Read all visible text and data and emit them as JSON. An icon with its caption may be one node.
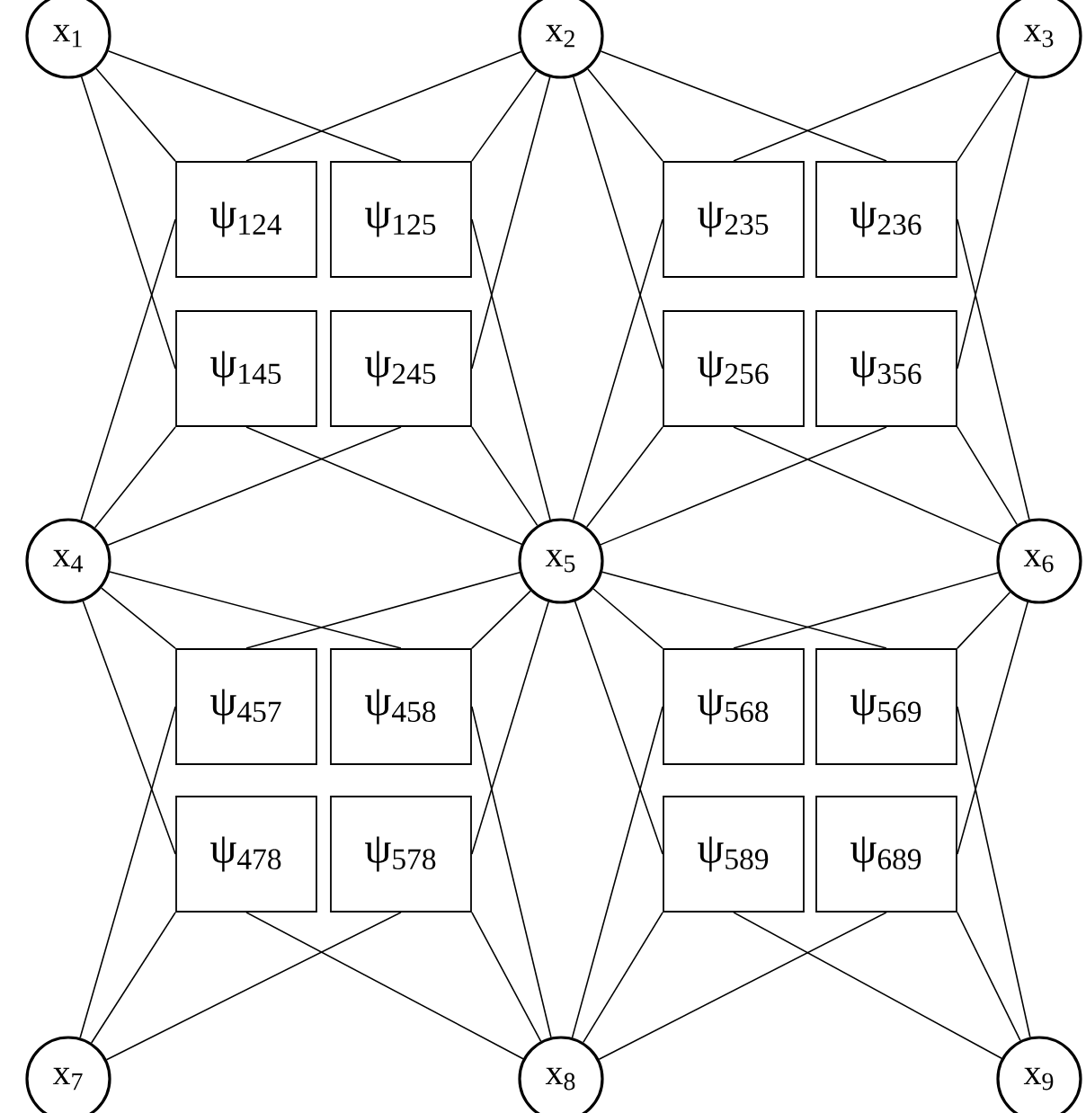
{
  "diagram": {
    "nodes": [
      {
        "text": [
          "x$_{1}$"
        ]
      },
      {
        "text": [
          "x$_{2}$"
        ]
      },
      {
        "text": [
          "x$_{3}$"
        ]
      },
      {
        "text": [
          "ψ$_{124}$"
        ]
      },
      {
        "text": [
          "ψ$_{125}$"
        ]
      },
      {
        "text": [
          "ψ$_{235}$"
        ]
      },
      {
        "text": [
          "ψ$_{236}$"
        ]
      },
      {
        "text": [
          "ψ$_{145}$"
        ]
      },
      {
        "text": [
          "ψ$_{245}$"
        ]
      },
      {
        "text": [
          "ψ$_{256}$"
        ]
      },
      {
        "text": [
          "ψ$_{356}$"
        ]
      },
      {
        "text": [
          "x$_{4}$"
        ]
      },
      {
        "text": [
          "x$_{5}$"
        ]
      },
      {
        "text": [
          "x$_{6}$"
        ]
      },
      {
        "text": [
          "ψ$_{457}$"
        ]
      },
      {
        "text": [
          "ψ$_{458}$"
        ]
      },
      {
        "text": [
          "ψ$_{568}$"
        ]
      },
      {
        "text": [
          "ψ$_{569}$"
        ]
      },
      {
        "text": [
          "ψ$_{478}$"
        ]
      },
      {
        "text": [
          "ψ$_{578}$"
        ]
      },
      {
        "text": [
          "ψ$_{589}$"
        ]
      },
      {
        "text": [
          "ψ$_{689}$"
        ]
      },
      {
        "text": [
          "x$_{7}$"
        ]
      },
      {
        "text": [
          "x$_{8}$"
        ]
      },
      {
        "text": [
          "x$_{9}$"
        ]
      }
    ],
    "edges": [
      {
        "from": 0,
        "to": 3,
        "arrow": "none"
      },
      {
        "from": 1,
        "to": 3,
        "arrow": "none"
      },
      {
        "from": 11,
        "to": 3,
        "arrow": "none"
      },
      {
        "from": 0,
        "to": 4,
        "arrow": "none"
      },
      {
        "from": 1,
        "to": 4,
        "arrow": "none"
      },
      {
        "from": 12,
        "to": 4,
        "arrow": "none"
      },
      {
        "from": 1,
        "to": 5,
        "arrow": "none"
      },
      {
        "from": 2,
        "to": 5,
        "arrow": "none"
      },
      {
        "from": 12,
        "to": 5,
        "arrow": "none"
      },
      {
        "from": 1,
        "to": 6,
        "arrow": "none"
      },
      {
        "from": 2,
        "to": 6,
        "arrow": "none"
      },
      {
        "from": 13,
        "to": 6,
        "arrow": "none"
      },
      {
        "from": 0,
        "to": 7,
        "arrow": "none"
      },
      {
        "from": 11,
        "to": 7,
        "arrow": "none"
      },
      {
        "from": 12,
        "to": 7,
        "arrow": "none"
      },
      {
        "from": 1,
        "to": 8,
        "arrow": "none"
      },
      {
        "from": 11,
        "to": 8,
        "arrow": "none"
      },
      {
        "from": 12,
        "to": 8,
        "arrow": "none"
      },
      {
        "from": 1,
        "to": 9,
        "arrow": "none"
      },
      {
        "from": 12,
        "to": 9,
        "arrow": "none"
      },
      {
        "from": 13,
        "to": 9,
        "arrow": "none"
      },
      {
        "from": 2,
        "to": 10,
        "arrow": "none"
      },
      {
        "from": 12,
        "to": 10,
        "arrow": "none"
      },
      {
        "from": 13,
        "to": 10,
        "arrow": "none"
      },
      {
        "from": 11,
        "to": 14,
        "arrow": "none"
      },
      {
        "from": 12,
        "to": 14,
        "arrow": "none"
      },
      {
        "from": 22,
        "to": 14,
        "arrow": "none"
      },
      {
        "from": 11,
        "to": 15,
        "arrow": "none"
      },
      {
        "from": 12,
        "to": 15,
        "arrow": "none"
      },
      {
        "from": 23,
        "to": 15,
        "arrow": "none"
      },
      {
        "from": 12,
        "to": 16,
        "arrow": "none"
      },
      {
        "from": 13,
        "to": 16,
        "arrow": "none"
      },
      {
        "from": 23,
        "to": 16,
        "arrow": "none"
      },
      {
        "from": 12,
        "to": 17,
        "arrow": "none"
      },
      {
        "from": 13,
        "to": 17,
        "arrow": "none"
      },
      {
        "from": 24,
        "to": 17,
        "arrow": "none"
      },
      {
        "from": 11,
        "to": 18,
        "arrow": "none"
      },
      {
        "from": 22,
        "to": 18,
        "arrow": "none"
      },
      {
        "from": 23,
        "to": 18,
        "arrow": "none"
      },
      {
        "from": 12,
        "to": 19,
        "arrow": "none"
      },
      {
        "from": 22,
        "to": 19,
        "arrow": "none"
      },
      {
        "from": 23,
        "to": 19,
        "arrow": "none"
      },
      {
        "from": 12,
        "to": 20,
        "arrow": "none"
      },
      {
        "from": 23,
        "to": 20,
        "arrow": "none"
      },
      {
        "from": 24,
        "to": 20,
        "arrow": "none"
      },
      {
        "from": 13,
        "to": 21,
        "arrow": "none"
      },
      {
        "from": 23,
        "to": 21,
        "arrow": "none"
      },
      {
        "from": 24,
        "to": 21,
        "arrow": "none"
      }
    ]
  }
}
